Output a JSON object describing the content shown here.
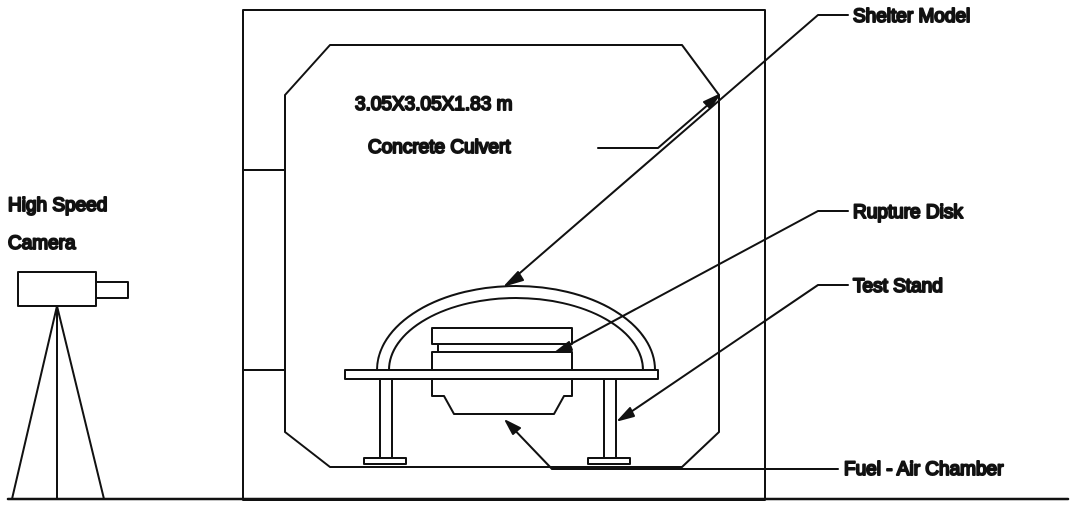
{
  "labels": {
    "culvert_line1": "3.05X3.05X1.83 m",
    "culvert_line2": "Concrete Culvert",
    "camera_line1": "High Speed",
    "camera_line2": "Camera",
    "shelter_model": "Shelter Model",
    "rupture_disk": "Rupture Disk",
    "test_stand": "Test Stand",
    "fuel_air_chamber": "Fuel - Air Chamber"
  },
  "colors": {
    "ink": "#111111",
    "background": "#ffffff"
  }
}
